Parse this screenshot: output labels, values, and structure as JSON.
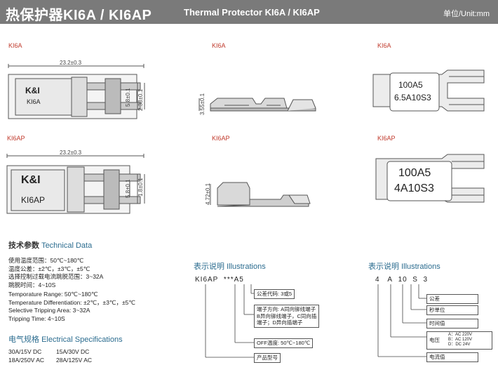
{
  "header": {
    "title_cn": "热保护器KI6A / KI6AP",
    "title_en": "Thermal Protector KI6A / KI6AP",
    "unit": "单位/Unit:mm"
  },
  "views": {
    "ki6a_top_label": "KI6A",
    "ki6a_side_label": "KI6A",
    "ki6a_face_label": "KI6A",
    "ki6ap_top_label": "KI6AP",
    "ki6ap_side_label": "KI6AP",
    "ki6ap_face_label": "KI6AP",
    "ki6a_length": "23.2±0.3",
    "ki6a_width": "5.8±0.1",
    "ki6a_height": "2.38±0.1",
    "ki6a_side_height": "3.55±0.1",
    "ki6ap_length": "23.2±0.3",
    "ki6ap_width": "5.8±0.1",
    "ki6ap_height": "1.8±0.1",
    "ki6ap_side_height": "4.72±0.1",
    "ki6a_brand": "K&I",
    "ki6a_model": "KI6A",
    "ki6ap_brand": "K&I",
    "ki6ap_model": "KI6AP",
    "ki6a_mark_line1": "100A5",
    "ki6a_mark_line2": "6.5A10S3",
    "ki6ap_mark_line1": "100A5",
    "ki6ap_mark_line2": "4A10S3"
  },
  "tech": {
    "heading_cn": "技术参数",
    "heading_en": "Technical Data",
    "cn_lines": [
      "使用温度范围：50℃~180℃",
      "温度公差：±2℃，±3℃，±5℃",
      "选择控制过载电流跳脱范围：3~32A",
      "跳脱时间：4~10S"
    ],
    "en_lines": [
      "Temporature Range: 50℃~180℃",
      "Temperature Differentiation: ±2℃，±3℃，±5℃",
      "Selective Tripping Area: 3~32A",
      "Tripping Time: 4~10S"
    ]
  },
  "electrical": {
    "heading_cn": "电气规格",
    "heading_en": "Electrical Specifications",
    "rows": [
      [
        "30A/15V DC",
        "15A/30V DC"
      ],
      [
        "18A/250V AC",
        "28A/125V AC"
      ]
    ]
  },
  "illus1": {
    "heading_cn": "表示说明",
    "heading_en": "Illustrations",
    "code_prefix": "KI6AP",
    "code_suffix": "***A5",
    "box_temp_code": "公差代码: 3或5",
    "box_terminal": [
      "端子方向: A同向铆线端子",
      "B异向铆线端子，C同向插",
      "端子；D异向插端子"
    ],
    "box_off_temp": "OFF温度: 50℃~180℃",
    "box_model": "产品型号"
  },
  "illus2": {
    "heading_cn": "表示说明",
    "heading_en": "Illustrations",
    "code": [
      "4",
      "A",
      "10",
      "S",
      "3"
    ],
    "box_tolerance": "公差",
    "box_second_unit": "秒单位",
    "box_time": "时间值",
    "box_voltage": "电压",
    "voltage_options": [
      "A：AC 220V",
      "B：AC 120V",
      "D：DC 24V"
    ],
    "box_current": "电流值"
  },
  "colors": {
    "header_bg": "#7a7a7a",
    "label_red": "#c0392b",
    "heading_blue": "#2b6c8f"
  }
}
